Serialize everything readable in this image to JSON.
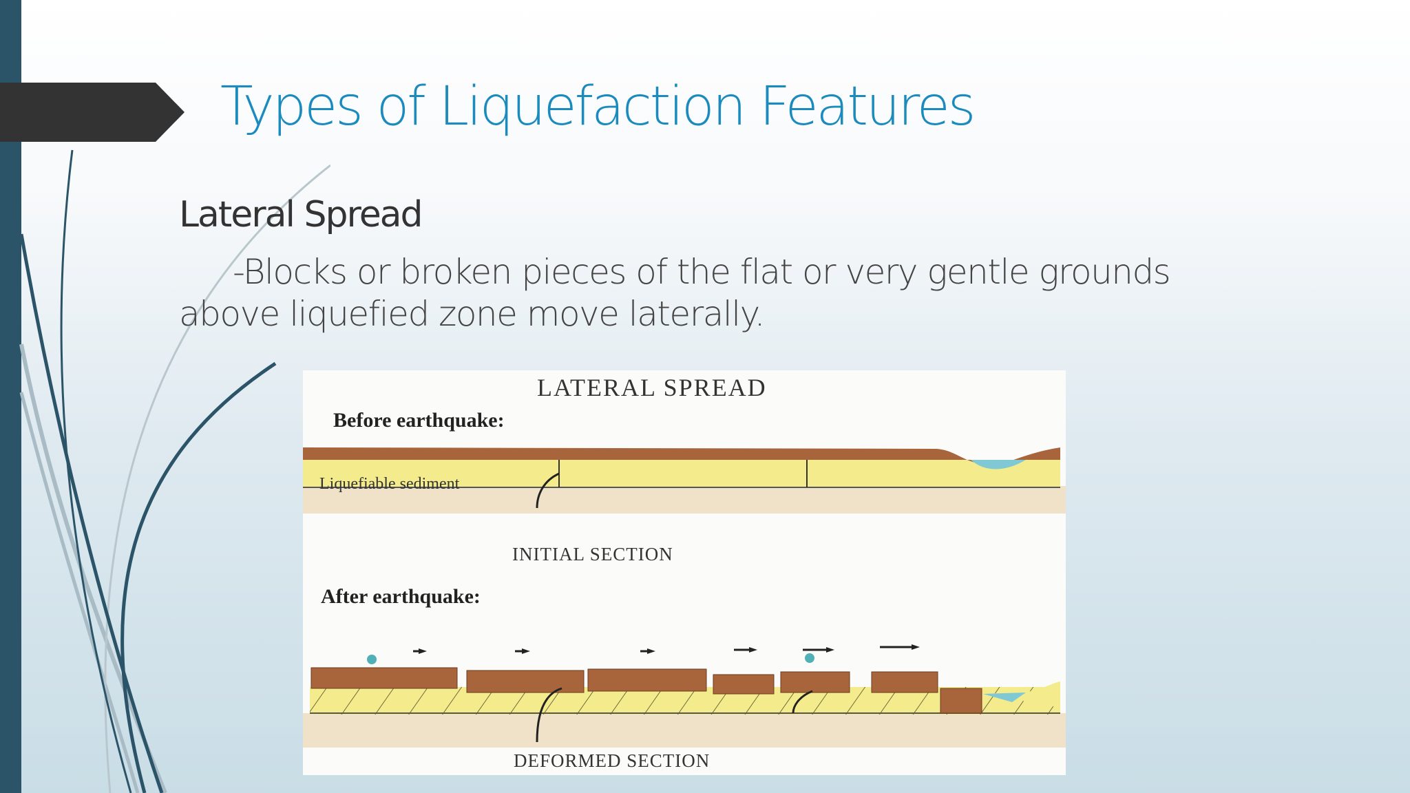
{
  "slide": {
    "title": "Types of Liquefaction Features",
    "subheading": "Lateral Spread",
    "body_line1": "-Blocks or broken pieces of the flat or very gentle grounds",
    "body_line2": "above liquefied zone move laterally."
  },
  "figure": {
    "title": "LATERAL SPREAD",
    "before_label": "Before earthquake:",
    "sediment_label": "Liquefiable sediment",
    "initial_caption": "INITIAL SECTION",
    "after_label": "After earthquake:",
    "deformed_caption": "DEFORMED SECTION",
    "colors": {
      "soil_crust": "#a8643a",
      "sediment": "#f4ec8c",
      "base": "#efe2c8",
      "water": "#7fc8d4"
    }
  },
  "theme": {
    "accent": "#1b8bbd",
    "sidebar": "#2c5468",
    "arrow_tab": "#333333"
  }
}
